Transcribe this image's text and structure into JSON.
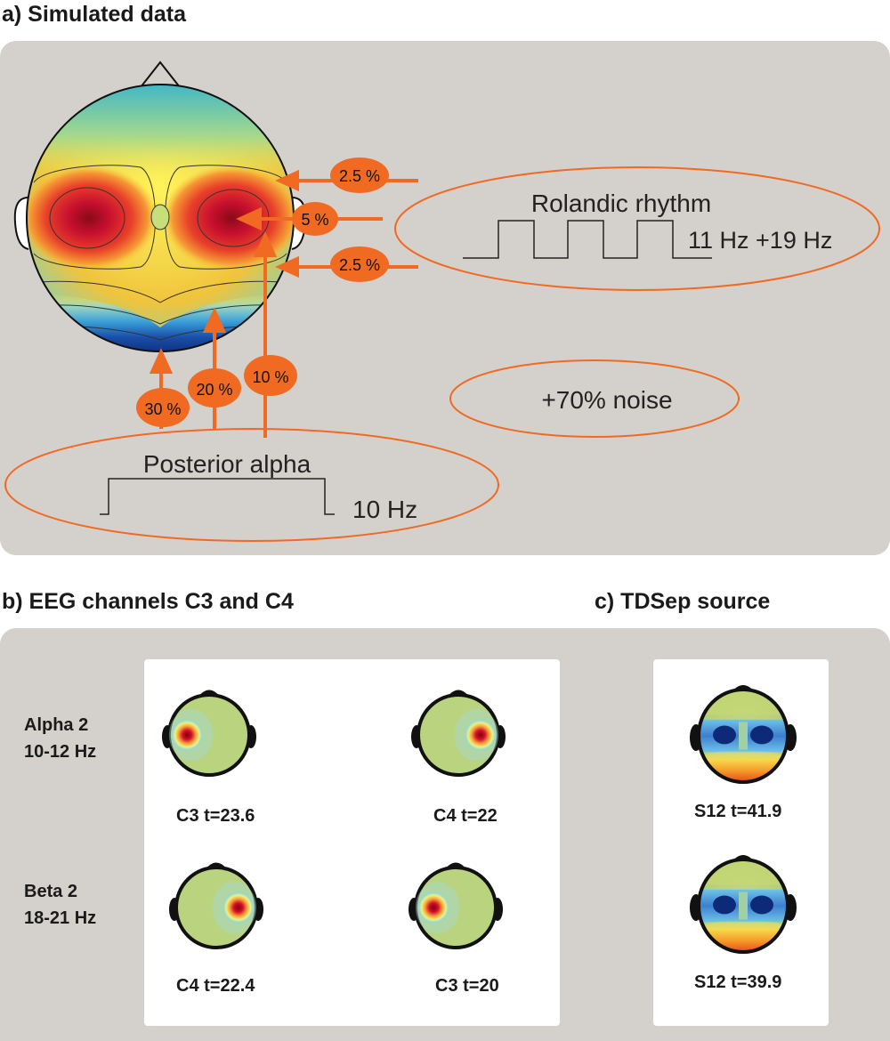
{
  "headings": {
    "a": "a) Simulated data",
    "b": "b) EEG channels C3 and C4",
    "c": "c) TDSep source"
  },
  "panel_a": {
    "rolandic_label": "Rolandic rhythm",
    "rolandic_freq": "11 Hz +19 Hz",
    "noise_label": "+70% noise",
    "posterior_label": "Posterior alpha",
    "posterior_freq": "10 Hz",
    "percent_labels": {
      "upper": "2.5 %",
      "middle": "5 %",
      "lower": "2.5 %",
      "p30": "30 %",
      "p20": "20 %",
      "p10": "10 %"
    }
  },
  "panel_b": {
    "rows": [
      {
        "band": "Alpha 2",
        "range": "10-12 Hz"
      },
      {
        "band": "Beta 2",
        "range": "18-21 Hz"
      }
    ],
    "maps": [
      {
        "caption": "C3 t=23.6"
      },
      {
        "caption": "C4 t=22"
      },
      {
        "caption": "C4 t=22.4"
      },
      {
        "caption": "C3 t=20"
      }
    ]
  },
  "panel_c": {
    "maps": [
      {
        "caption": "S12 t=41.9"
      },
      {
        "caption": "S12 t=39.9"
      }
    ]
  },
  "colors": {
    "panel_bg": "#d4d0cc",
    "accent_orange": "#f06a22",
    "map_green": "#b9d37e",
    "map_red": "#c8102e",
    "map_blue": "#1f4aa8"
  }
}
